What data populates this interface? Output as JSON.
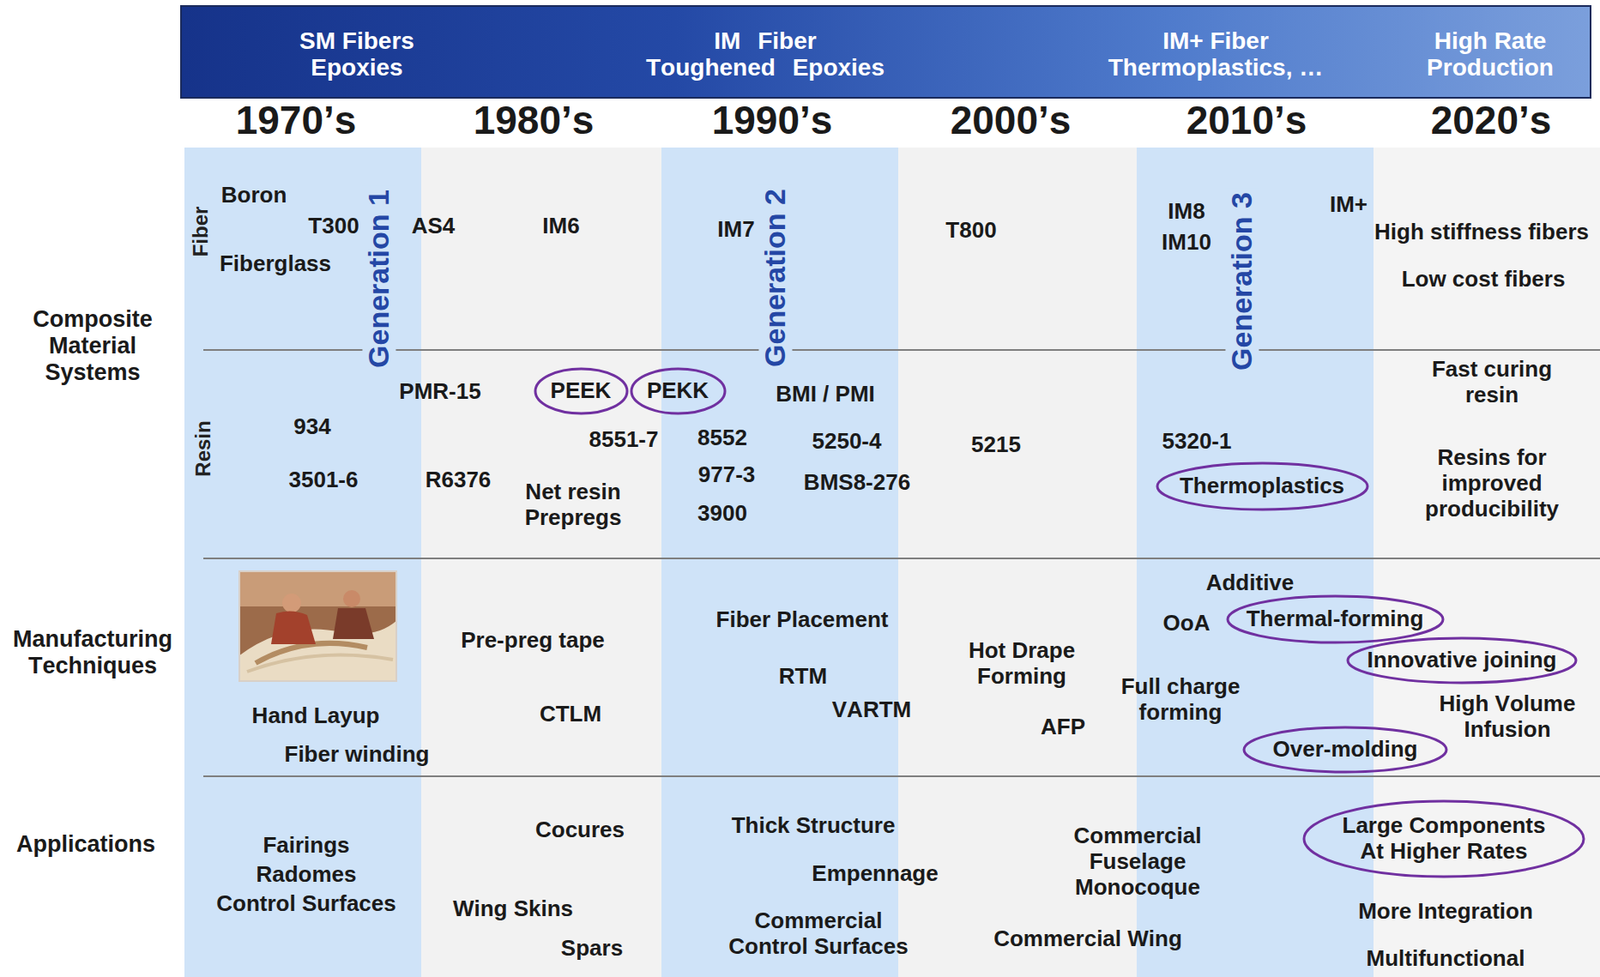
{
  "diagram": {
    "nodes": [
      {
        "text": [
          "SM Fibers Epoxies",
          "IM Fiber Toughened Epoxies",
          "IM+ Fiber Thermoplastics, …",
          "High Rate Production"
        ]
      },
      {
        "text": [
          "PEEK"
        ]
      },
      {
        "text": [
          "PEKK"
        ]
      },
      {
        "text": [
          "Thermoplastics"
        ]
      },
      {
        "text": [
          "Thermal-forming"
        ]
      },
      {
        "text": [
          "Innovative joining"
        ]
      },
      {
        "text": [
          "Over-molding"
        ]
      },
      {
        "text": [
          "Large Components At Higher Rates"
        ]
      }
    ],
    "labels": [
      "1970’s",
      "1980’s",
      "1990’s",
      "2000’s",
      "2010’s",
      "2020’s",
      "Composite Material Systems",
      "Manufacturing Techniques",
      "Applications",
      "Fiber",
      "Resin",
      "Generation 1",
      "Generation 2",
      "Generation 3",
      "Boron",
      "T300",
      "Fiberglass",
      "AS4",
      "IM6",
      "IM7",
      "T800",
      "IM8",
      "IM10",
      "IM+",
      "High stiffness fibers",
      "Low cost fibers",
      "PMR-15",
      "BMI / PMI",
      "934",
      "8551-7",
      "8552",
      "5250-4",
      "5215",
      "5320-1",
      "3501-6",
      "R6376",
      "977-3",
      "BMS8-276",
      "Net resin Prepregs",
      "3900",
      "Fast curing resin",
      "Resins for improved producibility",
      "Pre-preg tape",
      "Fiber Placement",
      "Additive",
      "OoA",
      "Hot Drape Forming",
      "RTM",
      "Full charge forming",
      "VARTM",
      "CTLM",
      "Hand Layup",
      "High Volume Infusion",
      "AFP",
      "Fiber winding",
      "Thick Structure",
      "Cocures",
      "Fairings",
      "Commercial Fuselage Monocoque",
      "Empennage",
      "Radomes",
      "Control Surfaces",
      "Wing Skins",
      "More Integration",
      "Commercial Control Surfaces",
      "Commercial Wing",
      "Spars",
      "Multifunctional"
    ]
  }
}
